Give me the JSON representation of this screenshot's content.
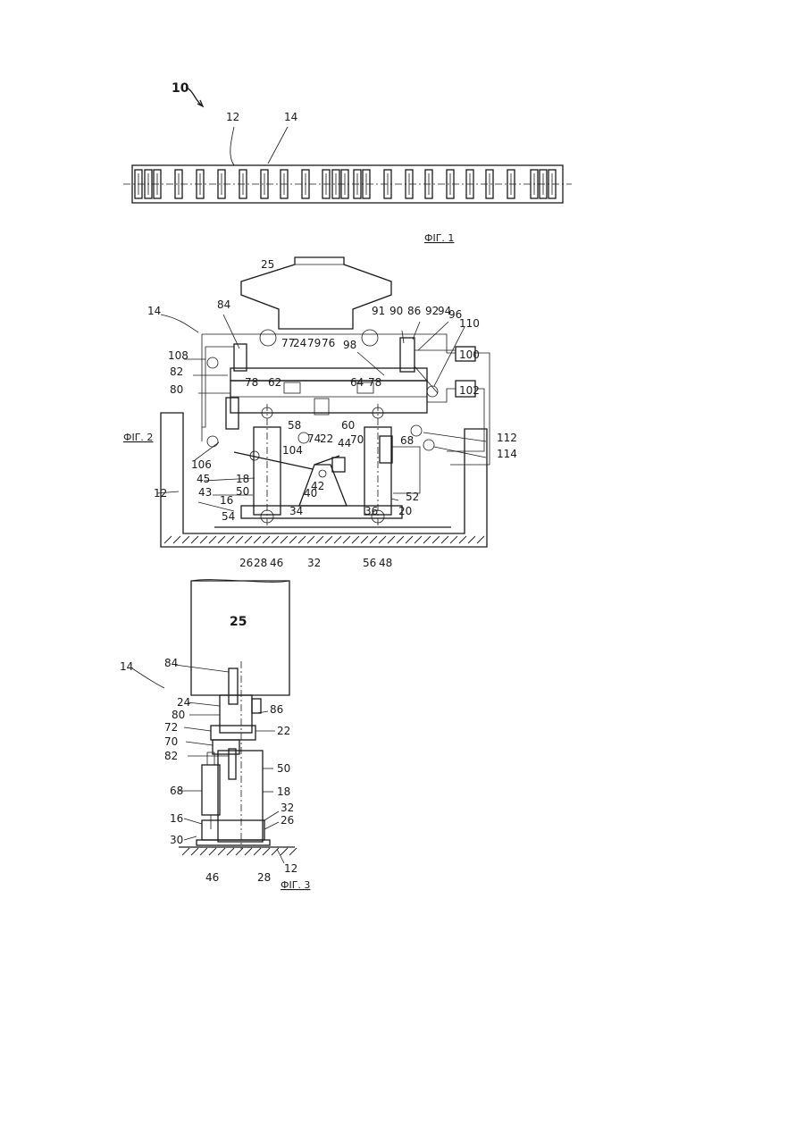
{
  "fig1": {
    "caption": "ФIГ. 1",
    "labels": {
      "assembly": "10",
      "base": "12",
      "unit": "14"
    }
  },
  "fig2": {
    "caption": "ФIГ. 2",
    "labels": [
      "14",
      "25",
      "84",
      "108",
      "82",
      "80",
      "77",
      "24",
      "79",
      "76",
      "98",
      "91",
      "90",
      "86",
      "92",
      "94",
      "96",
      "110",
      "100",
      "102",
      "78",
      "62",
      "64",
      "78",
      "58",
      "60",
      "106",
      "45",
      "43",
      "16",
      "54",
      "12",
      "18",
      "50",
      "104",
      "74",
      "22",
      "44",
      "70",
      "68",
      "112",
      "114",
      "42",
      "40",
      "52",
      "20",
      "34",
      "36",
      "26",
      "28",
      "46",
      "32",
      "56",
      "48"
    ]
  },
  "fig3": {
    "caption": "ФIГ. 3",
    "labels": [
      "25",
      "14",
      "84",
      "24",
      "80",
      "86",
      "72",
      "22",
      "70",
      "82",
      "50",
      "68",
      "18",
      "16",
      "32",
      "26",
      "30",
      "46",
      "28",
      "12"
    ]
  }
}
